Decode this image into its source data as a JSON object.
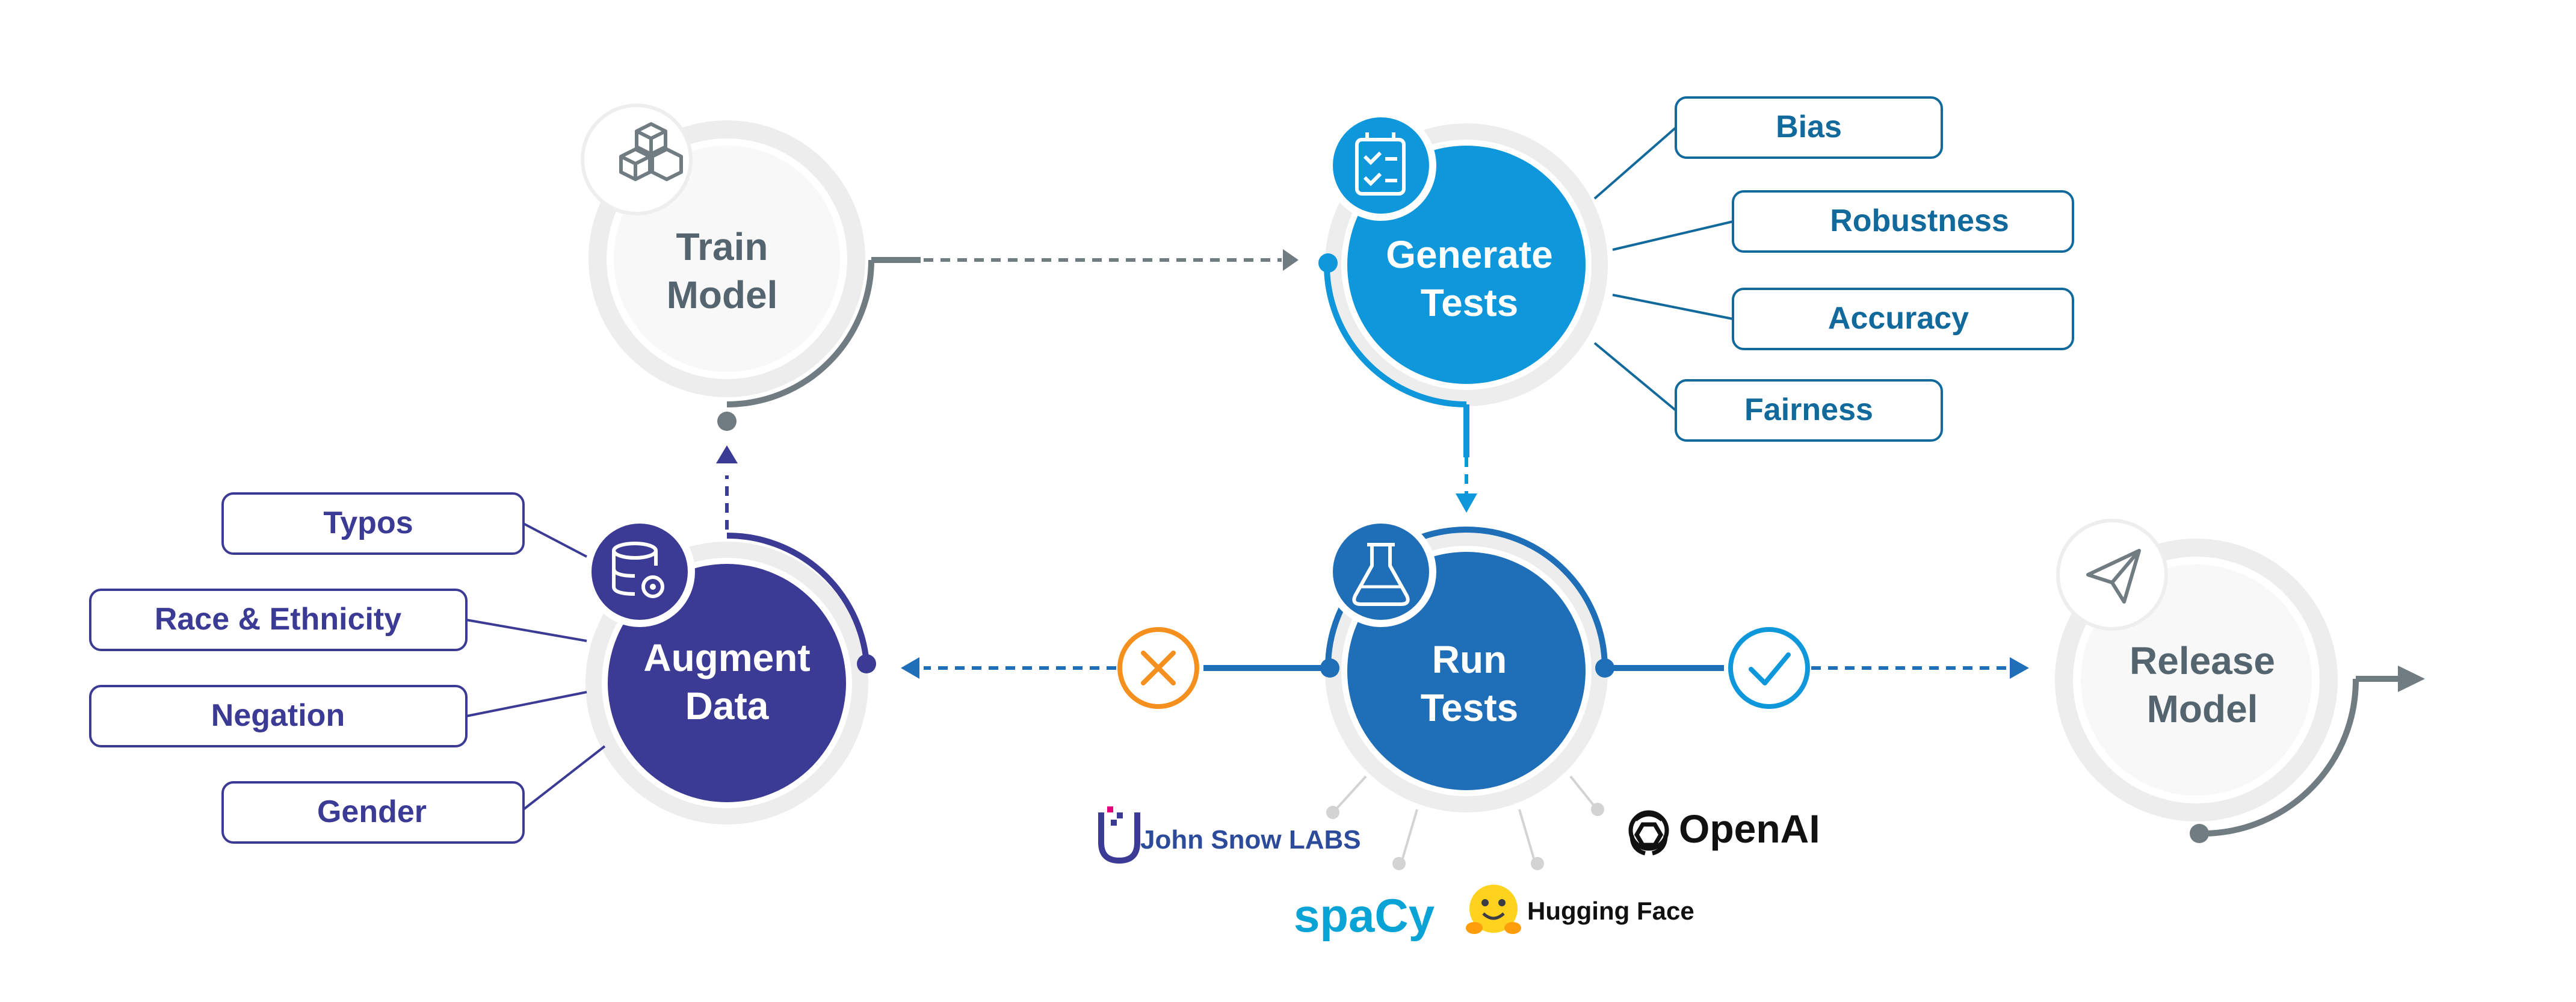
{
  "nodes": {
    "train": {
      "line1": "Train",
      "line2": "Model"
    },
    "generate": {
      "line1": "Generate",
      "line2": "Tests"
    },
    "run": {
      "line1": "Run",
      "line2": "Tests"
    },
    "augment": {
      "line1": "Augment",
      "line2": "Data"
    },
    "release": {
      "line1": "Release",
      "line2": "Model"
    }
  },
  "test_categories": [
    "Bias",
    "Robustness",
    "Accuracy",
    "Fairness"
  ],
  "augment_categories": [
    "Typos",
    "Race & Ethnicity",
    "Negation",
    "Gender"
  ],
  "integrations": {
    "johnsnow": "John Snow LABS",
    "openai": "OpenAI",
    "spacy": "spaCy",
    "huggingface": "Hugging Face"
  },
  "colors": {
    "gray_text": "#55656f",
    "gray_line": "#707c82",
    "blue_light": "#0f97db",
    "blue_dark": "#1f6eb8",
    "indigo": "#3b3b96",
    "teal_text": "#126a9c",
    "orange": "#f5901e"
  },
  "icons": {
    "train": "cubes-icon",
    "generate": "checklist-icon",
    "run": "flask-icon",
    "augment": "database-gear-icon",
    "release": "paper-plane-icon",
    "fail": "x-circle-icon",
    "pass": "check-circle-icon"
  }
}
